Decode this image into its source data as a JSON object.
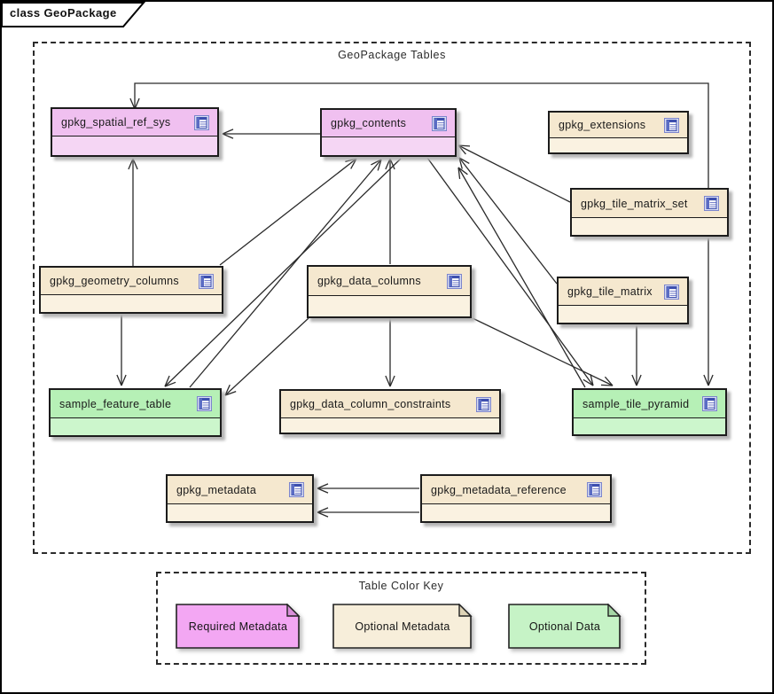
{
  "window": {
    "title": "class GeoPackage"
  },
  "frame": {
    "label": "GeoPackage Tables"
  },
  "tables": [
    {
      "label": "gpkg_spatial_ref_sys",
      "kind": "required"
    },
    {
      "label": "gpkg_contents",
      "kind": "required"
    },
    {
      "label": "gpkg_extensions",
      "kind": "optional"
    },
    {
      "label": "gpkg_tile_matrix_set",
      "kind": "optional"
    },
    {
      "label": "gpkg_geometry_columns",
      "kind": "optional"
    },
    {
      "label": "gpkg_data_columns",
      "kind": "optional"
    },
    {
      "label": "gpkg_tile_matrix",
      "kind": "optional"
    },
    {
      "label": "sample_feature_table",
      "kind": "data"
    },
    {
      "label": "gpkg_data_column_constraints",
      "kind": "optional"
    },
    {
      "label": "sample_tile_pyramid",
      "kind": "data"
    },
    {
      "label": "gpkg_metadata",
      "kind": "optional"
    },
    {
      "label": "gpkg_metadata_reference",
      "kind": "optional"
    }
  ],
  "key": {
    "title": "Table Color Key",
    "items": [
      {
        "label": "Required Metadata",
        "kind": "required"
      },
      {
        "label": "Optional Metadata",
        "kind": "optional"
      },
      {
        "label": "Optional Data",
        "kind": "data"
      }
    ]
  },
  "colors": {
    "required": "#f0c0f0",
    "required_body": "#f5d6f4",
    "optional": "#f5e8cf",
    "optional_body": "#faf2e1",
    "data": "#b6f0b6",
    "data_body": "#ccf6cc",
    "note_required": "#f3a7f3",
    "note_optional": "#f7eeda",
    "note_data": "#c6f3c6",
    "fold_required": "#d98fd9",
    "fold_optional": "#ded3b6",
    "fold_data": "#a6d6a6",
    "line": "#2a2a2a"
  }
}
